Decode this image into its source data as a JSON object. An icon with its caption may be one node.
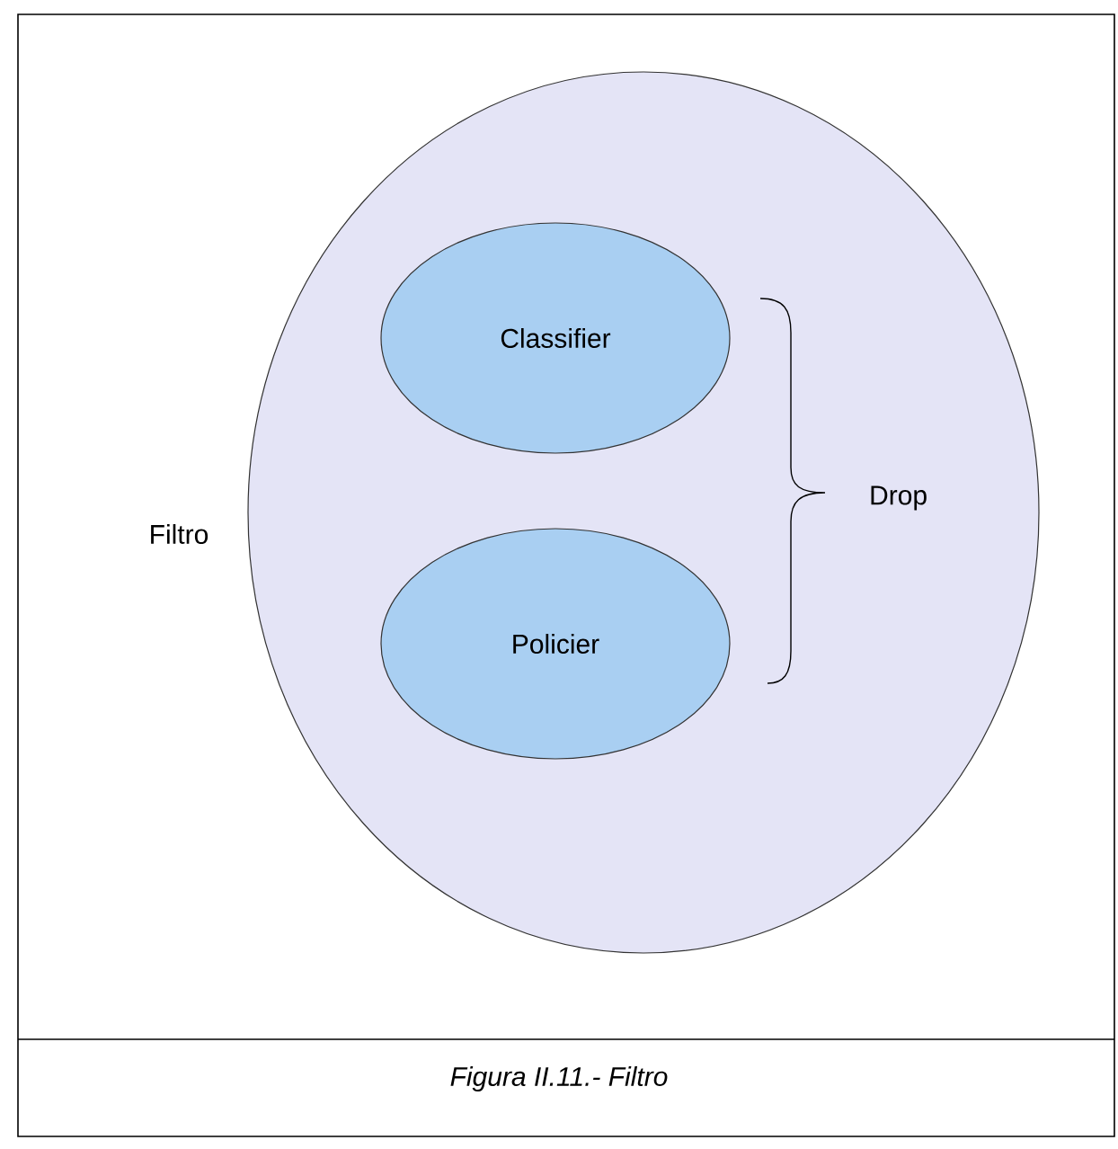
{
  "diagram": {
    "caption": "Figura II.11.- Filtro",
    "nodes": [
      {
        "text": [
          "Filtro"
        ]
      },
      {
        "text": [
          "Classifier"
        ],
        "in": 0
      },
      {
        "text": [
          "Policier"
        ],
        "in": 0
      }
    ],
    "labels": [
      "Drop"
    ]
  }
}
